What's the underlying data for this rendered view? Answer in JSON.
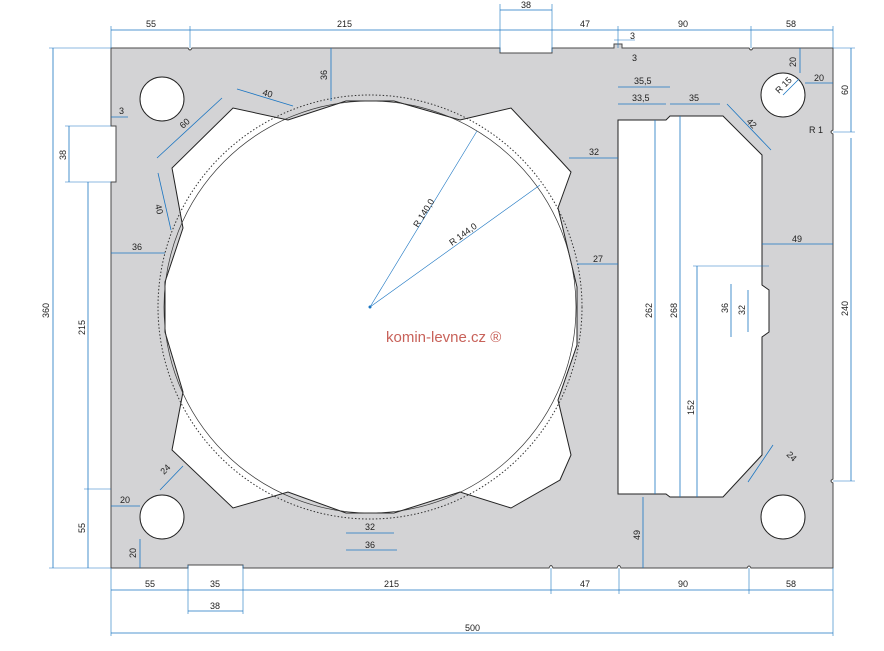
{
  "watermark": "komin-levne.cz ®",
  "radius_labels": {
    "inner": "R 140,0",
    "outer": "R 144,0"
  },
  "dims": {
    "top_55": "55",
    "top_215": "215",
    "top_38": "38",
    "top_47": "47",
    "top_90": "90",
    "top_58": "58",
    "tiny_3a": "3",
    "tiny_3b": "3",
    "top_gap_36": "36",
    "left_slot_3": "3",
    "left_38": "38",
    "left_215": "215",
    "left_360": "360",
    "left_55": "55",
    "hole_20_left": "20",
    "hole_20_bottom": "20",
    "octa_40_top": "40",
    "octa_60": "60",
    "octa_40_side": "40",
    "octa_36_left": "36",
    "octa_24": "24",
    "bottom_32": "32",
    "bottom_36": "36",
    "right_32": "32",
    "right_27": "27",
    "rect_35_5": "35,5",
    "rect_33_5": "33,5",
    "rect_35": "35",
    "rect_42": "42",
    "rect_262": "262",
    "rect_268": "268",
    "rect_36": "36",
    "rect_32": "32",
    "rect_152": "152",
    "rect_49_right": "49",
    "rect_49_bottom": "49",
    "rect_24": "24",
    "right_r15": "R 15",
    "right_20_v": "20",
    "right_20_h": "20",
    "right_60": "60",
    "right_r1": "R 1",
    "right_240": "240",
    "bot_55": "55",
    "bot_35": "35",
    "bot_215": "215",
    "bot_47": "47",
    "bot_90": "90",
    "bot_58": "58",
    "bot_38": "38",
    "bot_500": "500"
  }
}
